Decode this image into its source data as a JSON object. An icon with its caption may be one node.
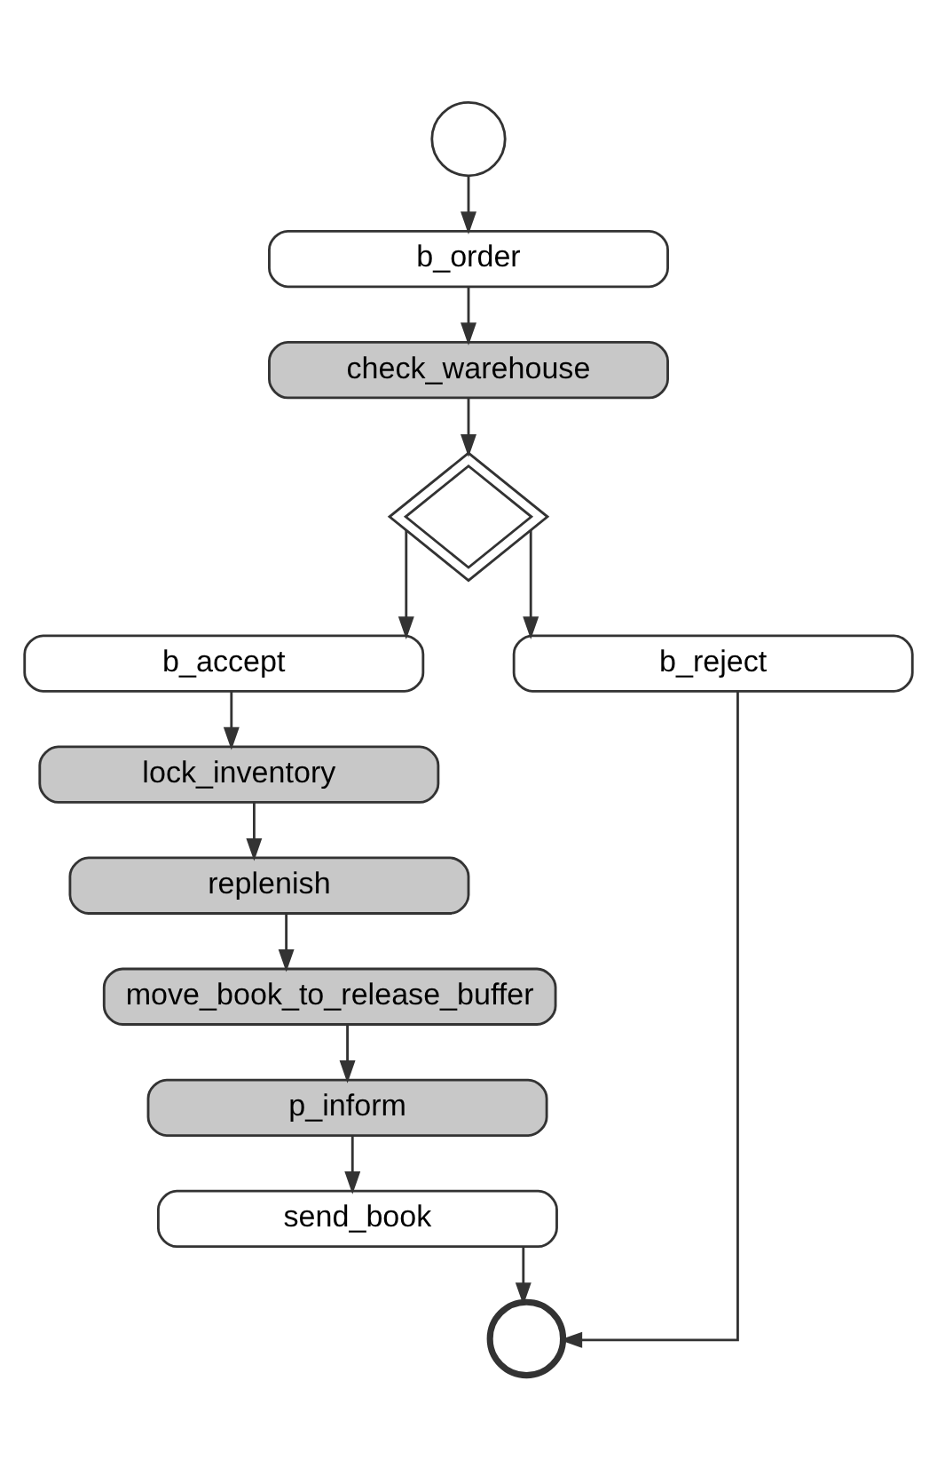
{
  "diagram": {
    "nodes": [
      {
        "text": [],
        "shape": "circle"
      },
      {
        "text": [
          "b_order"
        ]
      },
      {
        "text": [
          "check_warehouse"
        ]
      },
      {
        "text": [],
        "shape": "diamond"
      },
      {
        "text": [
          "b_accept"
        ]
      },
      {
        "text": [
          "b_reject"
        ]
      },
      {
        "text": [
          "lock_inventory"
        ]
      },
      {
        "text": [
          "replenish"
        ]
      },
      {
        "text": [
          "move_book_to_release_buffer"
        ]
      },
      {
        "text": [
          "p_inform"
        ]
      },
      {
        "text": [
          "send_book"
        ]
      },
      {
        "text": [],
        "shape": "circle"
      }
    ],
    "edges": [
      {
        "from": 0,
        "to": 1,
        "arrow": "to"
      },
      {
        "from": 1,
        "to": 2,
        "arrow": "to"
      },
      {
        "from": 2,
        "to": 3,
        "arrow": "to"
      },
      {
        "from": 3,
        "to": 4,
        "arrow": "to"
      },
      {
        "from": 3,
        "to": 5,
        "arrow": "to"
      },
      {
        "from": 4,
        "to": 6,
        "arrow": "to"
      },
      {
        "from": 6,
        "to": 7,
        "arrow": "to"
      },
      {
        "from": 7,
        "to": 8,
        "arrow": "to"
      },
      {
        "from": 8,
        "to": 9,
        "arrow": "to"
      },
      {
        "from": 9,
        "to": 10,
        "arrow": "to"
      },
      {
        "from": 10,
        "to": 11,
        "arrow": "to"
      },
      {
        "from": 5,
        "to": 11,
        "arrow": "to"
      }
    ]
  }
}
